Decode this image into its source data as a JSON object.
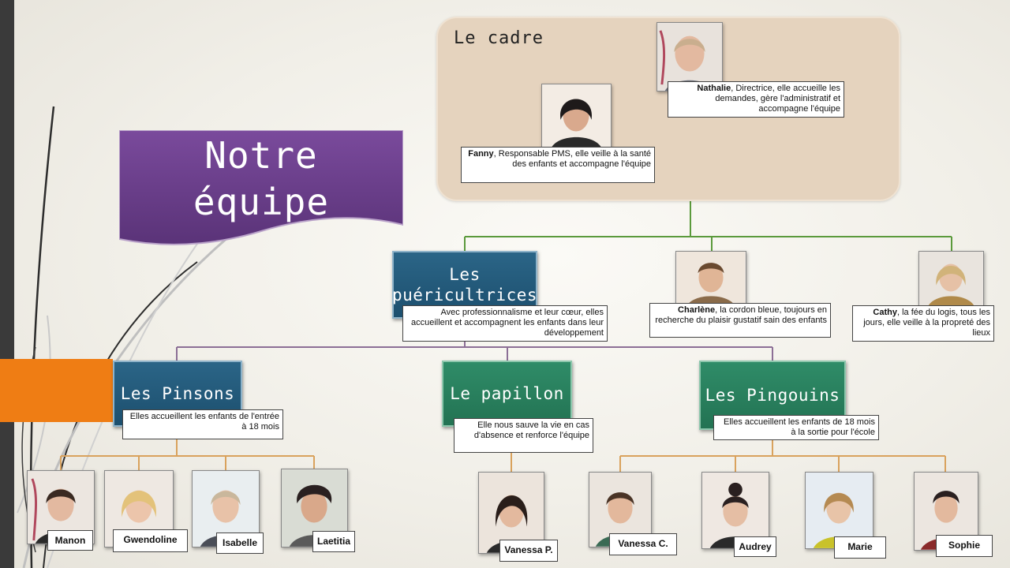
{
  "title": "Notre équipe",
  "title_lines": [
    "Notre",
    "équipe"
  ],
  "cadre": {
    "title": "Le cadre",
    "nathalie": {
      "name": "Nathalie",
      "desc": ", Directrice, elle accueille les demandes, gère l'administratif et accompagne l'équipe"
    },
    "fanny": {
      "name": "Fanny",
      "desc": ", Responsable PMS, elle veille à la santé des enfants et accompagne l'équipe"
    }
  },
  "puericultrices": {
    "title": "Les puéricultrices",
    "desc": "Avec professionnalisme et leur cœur, elles accueillent et accompagnent les enfants dans leur développement"
  },
  "charlene": {
    "name": "Charlène",
    "desc": ", la cordon bleue, toujours en recherche du plaisir gustatif sain des enfants"
  },
  "cathy": {
    "name": "Cathy",
    "desc": ",  la fée du logis, tous les jours, elle veille à la propreté des lieux"
  },
  "groups": {
    "pinsons": {
      "title": "Les Pinsons",
      "desc": "Elles accueillent les enfants de l'entrée à 18 mois"
    },
    "papillon": {
      "title": "Le papillon",
      "desc": "Elle nous sauve la vie en cas d'absence et renforce l'équipe"
    },
    "pingouins": {
      "title": "Les Pingouins",
      "desc": "Elles accueillent les enfants de 18 mois à la sortie pour l'école"
    }
  },
  "members": {
    "manon": "Manon",
    "gwendoline": "Gwendoline",
    "isabelle": "Isabelle",
    "laetitia": "Laetitia",
    "vanessa_p": "Vanessa P.",
    "vanessa_c": "Vanessa C.",
    "audrey": "Audrey",
    "marie": "Marie",
    "sophie": "Sophie"
  },
  "colors": {
    "accent_orange": "#ef7d14",
    "group_blue": "#1c4f6e",
    "group_green": "#237353",
    "banner_purple": "#6a3d8a",
    "cadre_beige": "#e5d3be",
    "line_green": "#5b9a3c",
    "line_purple": "#8c6f96",
    "line_orange": "#d9a25d"
  }
}
